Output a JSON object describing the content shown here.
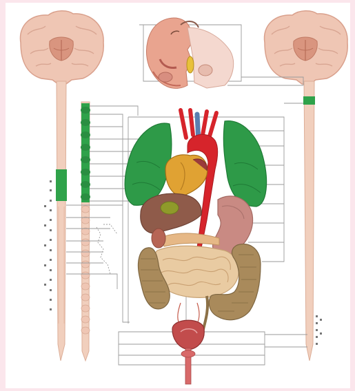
{
  "diagram": {
    "kind": "anatomical illustration: nervous system connections to organs",
    "colors": {
      "background": "#fbe6ec",
      "panel": "#ffffff",
      "brain": "#efc6b4",
      "brain_detail": "#c9826f",
      "cord": "#f1cfbd",
      "highlight": "#2fa24a",
      "lung": "#2e9a48",
      "lung_dark": "#1f7a36",
      "heart": "#e0a233",
      "aorta": "#d6242b",
      "vein": "#5a7fb0",
      "liver": "#8f5b4a",
      "gallbladder": "#8f9a2a",
      "stomach": "#c98a83",
      "intestine": "#d9b586",
      "colon": "#a98a5b",
      "bladder": "#c24c4c",
      "leader_line": "#9a9a9a"
    },
    "components": [
      "brain-left-icon",
      "brain-right-icon",
      "spinal-cord-left",
      "sympathetic-chain",
      "spinal-cord-right",
      "head-face-icon",
      "lung-left",
      "lung-right",
      "heart-icon",
      "aorta-icon",
      "liver-icon",
      "stomach-icon",
      "small-intestine-icon",
      "colon-icon",
      "bladder-icon"
    ]
  }
}
